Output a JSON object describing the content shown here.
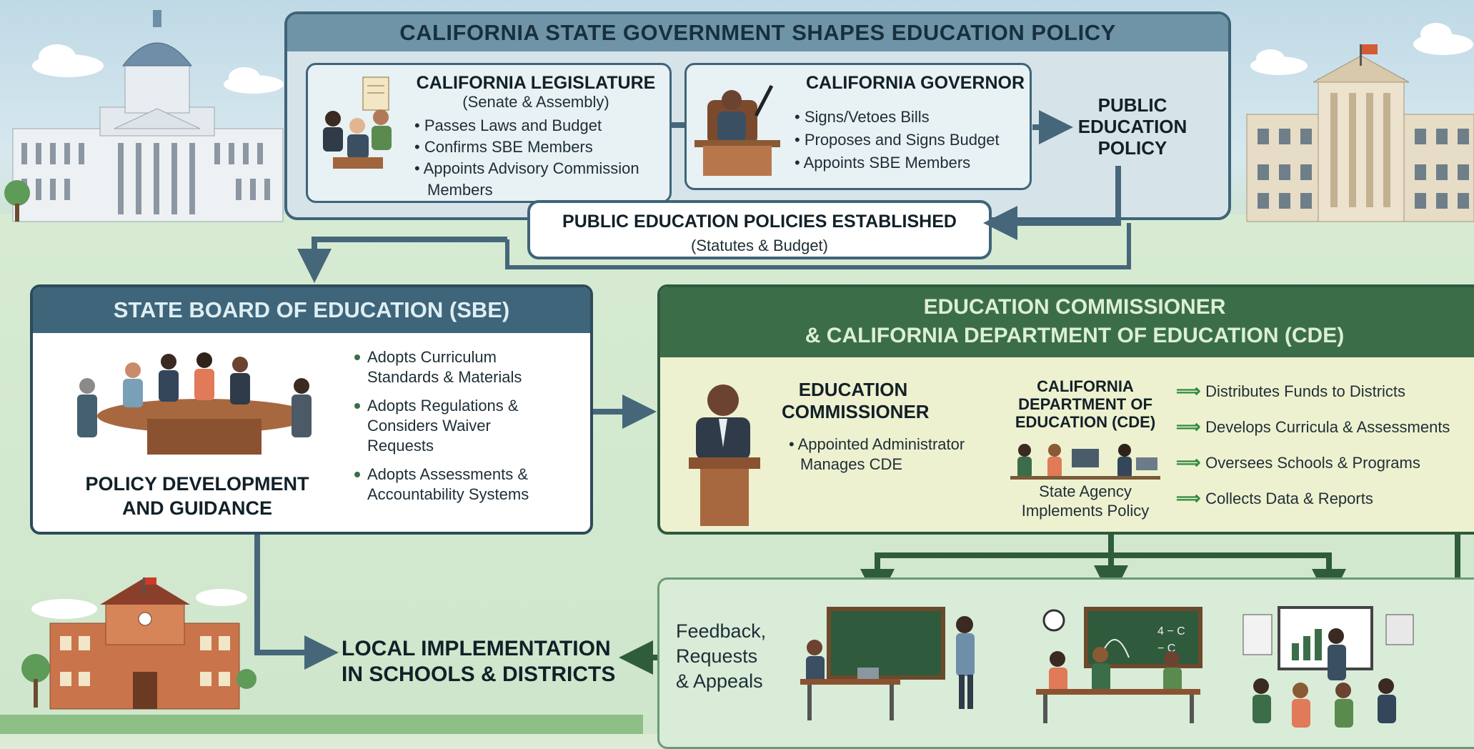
{
  "top": {
    "title": "CALIFORNIA STATE GOVERNMENT SHAPES EDUCATION POLICY",
    "legislature": {
      "title": "CALIFORNIA LEGISLATURE",
      "subtitle": "(Senate & Assembly)",
      "items": [
        "• Passes Laws and Budget",
        "• Confirms SBE Members",
        "• Appoints Advisory Commission",
        "Members"
      ]
    },
    "governor": {
      "title": "CALIFORNIA GOVERNOR",
      "items": [
        "• Signs/Vetoes Bills",
        "• Proposes and Signs Budget",
        "• Appoints SBE Members"
      ]
    },
    "public_policy": [
      "PUBLIC",
      "EDUCATION",
      "POLICY"
    ],
    "established": {
      "title": "PUBLIC EDUCATION POLICIES ESTABLISHED",
      "subtitle": "(Statutes & Budget)"
    }
  },
  "sbe": {
    "title": "STATE BOARD OF EDUCATION (SBE)",
    "caption": [
      "POLICY DEVELOPMENT",
      "AND GUIDANCE"
    ],
    "items": [
      [
        "Adopts Curriculum",
        "Standards & Materials"
      ],
      [
        "Adopts Regulations &",
        "Considers Waiver",
        "Requests"
      ],
      [
        "Adopts Assessments &",
        "Accountability Systems"
      ]
    ]
  },
  "cde": {
    "title_line1": "EDUCATION COMMISSIONER",
    "title_line2": "& CALIFORNIA DEPARTMENT OF EDUCATION (CDE)",
    "commissioner": {
      "title": [
        "EDUCATION",
        "COMMISSIONER"
      ],
      "items": [
        "• Appointed Administrator",
        "Manages CDE"
      ]
    },
    "department": {
      "title": [
        "CALIFORNIA",
        "DEPARTMENT OF",
        "EDUCATION (CDE)"
      ],
      "caption": [
        "State Agency",
        "Implements Policy"
      ]
    },
    "functions": [
      "Distributes Funds to Districts",
      "Develops Curricula & Assessments",
      "Oversees Schools & Programs",
      "Collects Data & Reports"
    ]
  },
  "local": {
    "title": [
      "LOCAL IMPLEMENTATION",
      "IN SCHOOLS & DISTRICTS"
    ]
  },
  "feedback": [
    "Feedback,",
    "Requests",
    "& Appeals"
  ],
  "colors": {
    "slate": "#3f6478",
    "green": "#3b6e48",
    "arrow": "#46677a"
  }
}
